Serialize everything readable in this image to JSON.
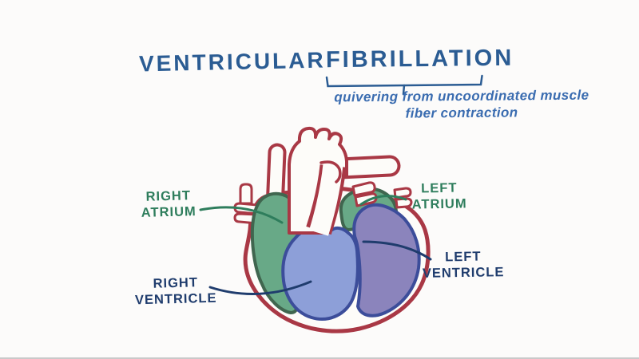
{
  "scene": {
    "background": "#fcfbfa",
    "bottom_edge_color": "#c9c9c9"
  },
  "title": {
    "word1": "VENTRICULAR",
    "word2": "FIBRILLATION",
    "color": "#2b5c93"
  },
  "definition": {
    "line1": "quivering from uncoordinated muscle",
    "line2": "fiber contraction",
    "color": "#3a6cb0"
  },
  "labels": {
    "right_atrium": {
      "line1": "RIGHT",
      "line2": "ATRIUM",
      "color": "#2e7d5c"
    },
    "left_atrium": {
      "line1": "LEFT",
      "line2": "ATRIUM",
      "color": "#2e7d5c"
    },
    "left_ventricle": {
      "line1": "LEFT",
      "line2": "VENTRICLE",
      "color": "#1f3c6d"
    },
    "right_ventricle": {
      "line1": "RIGHT",
      "line2": "VENTRICLE",
      "color": "#1f3c6d"
    }
  },
  "diagram": {
    "subject": "hand-drawn human heart cross-section",
    "colors": {
      "outline_red": "#a93845",
      "atrium_green_fill": "#68a987",
      "atrium_green_outline": "#40664f",
      "right_ventricle_blue_fill": "#8d9fd8",
      "left_ventricle_purple_fill": "#8b84bc",
      "ventricle_navy_outline": "#3c4d9a",
      "vessel_fill": "#fdfcf9"
    }
  }
}
